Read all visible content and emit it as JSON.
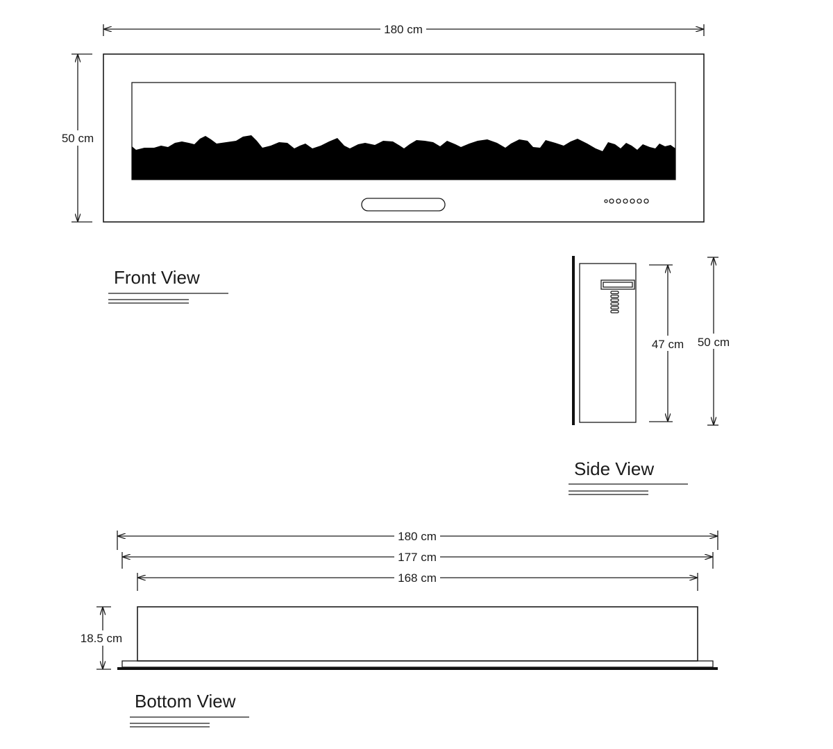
{
  "views": {
    "front": {
      "title": "Front View",
      "width_label": "180 cm",
      "height_label": "50 cm"
    },
    "side": {
      "title": "Side View",
      "inner_height_label": "47 cm",
      "outer_height_label": "50 cm"
    },
    "bottom": {
      "title": "Bottom View",
      "width_outer_label": "180 cm",
      "width_middle_label": "177 cm",
      "width_inner_label": "168 cm",
      "depth_label": "18.5 cm"
    }
  },
  "icons": {
    "arrow": "arrow-icon",
    "control_indicators": "indicator-dots-icon",
    "handle": "handle-slot-icon"
  },
  "colors": {
    "line": "#1a1a1a",
    "fill": "#000000",
    "background": "#ffffff"
  }
}
